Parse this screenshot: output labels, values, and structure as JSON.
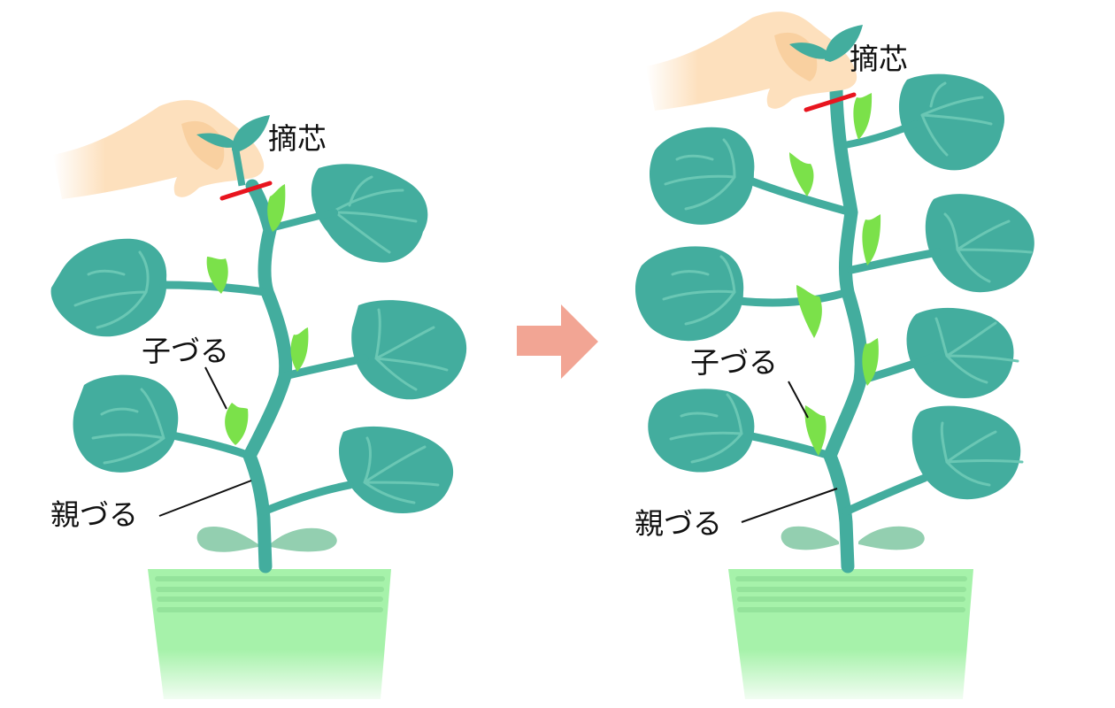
{
  "colors": {
    "leaf": "#43ad9e",
    "leaf_vein": "#6ac7b4",
    "sprout": "#7be14a",
    "cotyledon": "#93cfb0",
    "pot": "#a6f2aa",
    "pot_stripe": "#94e39b",
    "hand": "#fde0bd",
    "hand_shade": "#f7c994",
    "cut_line": "#e8141e",
    "arrow": "#f2a594",
    "text": "#111111"
  },
  "before": {
    "pinch_label": "摘芯",
    "lateral_vine_label": "子づる",
    "main_vine_label": "親づる"
  },
  "after": {
    "pinch_label": "摘芯",
    "lateral_vine_label": "子づる",
    "main_vine_label": "親づる"
  },
  "transition_arrow": "right-arrow"
}
